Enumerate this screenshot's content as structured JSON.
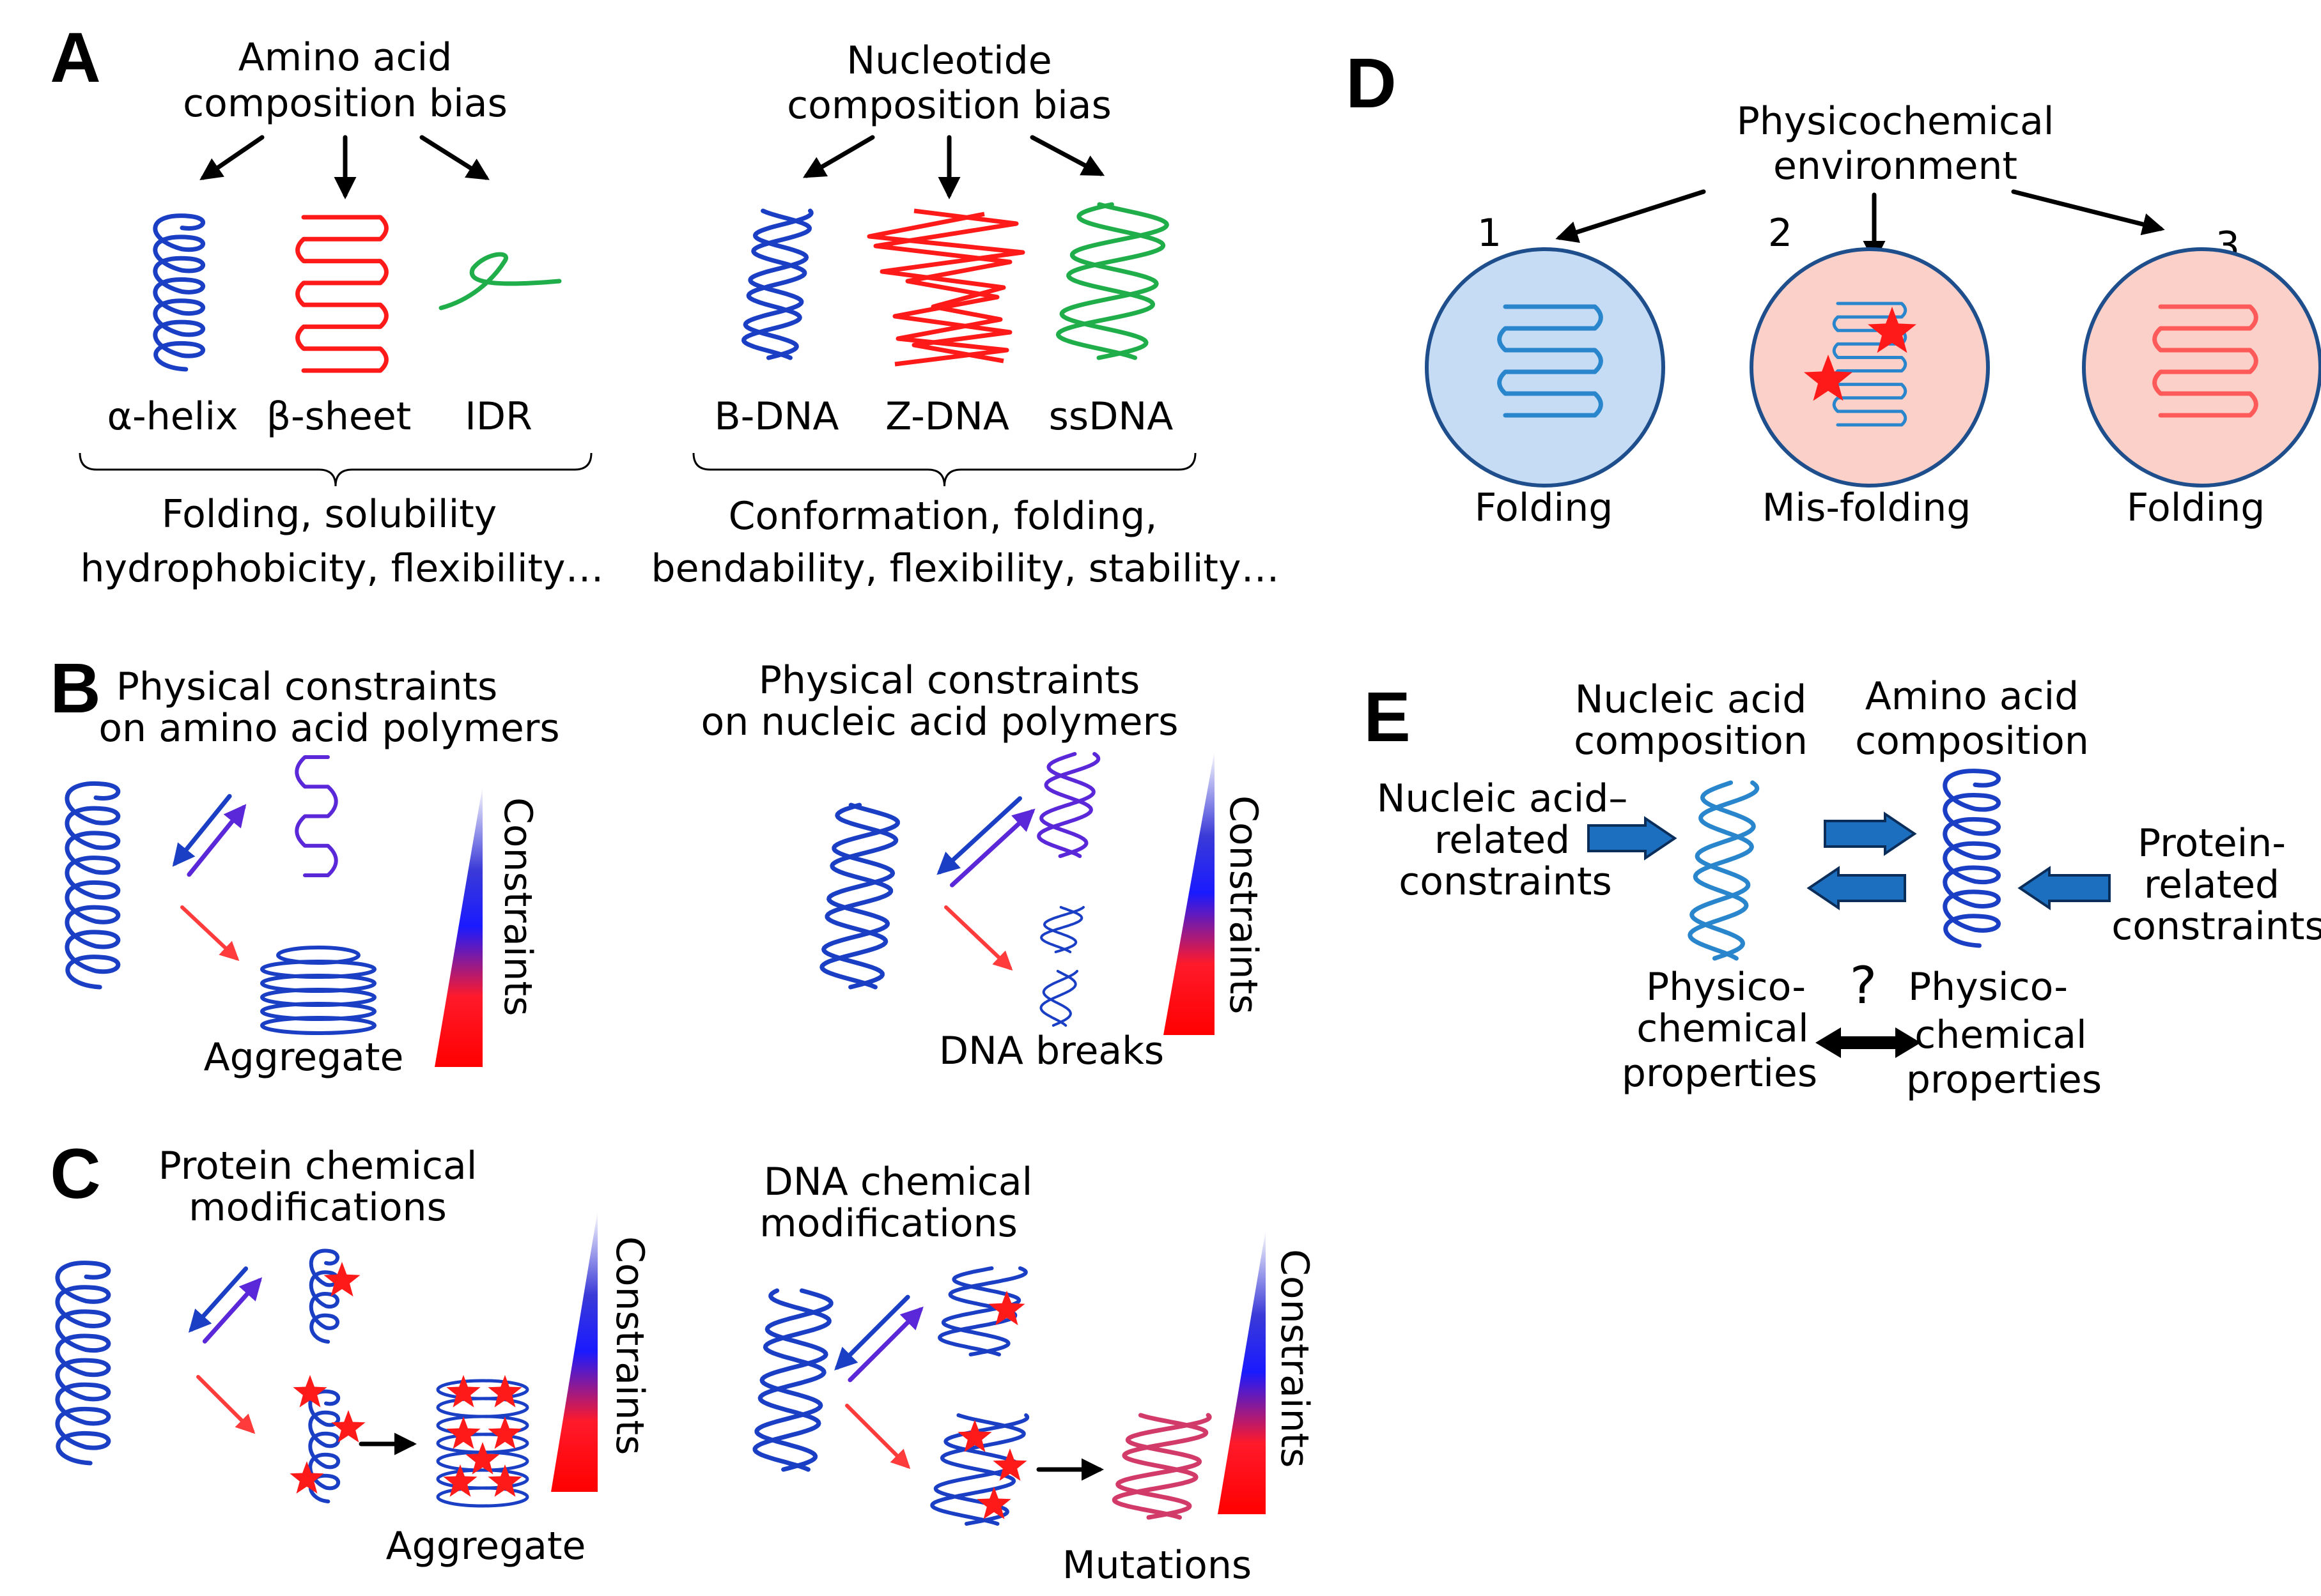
{
  "colors": {
    "blue": "#1a3fc4",
    "red": "#ff1a1a",
    "green": "#1fae4a",
    "purple": "#5a28d8",
    "light_blue": "#2a86cc",
    "salmon": "#ff5a5a",
    "circle_blue_fill": "#c5dcf4",
    "circle_pink_fill": "#fbd0c8",
    "circle_stroke": "#1f4e8c",
    "block_arrow": "#1c6fbf",
    "star": "#ff1a1a"
  },
  "panel_a": {
    "letter": "A",
    "protein_heading": [
      "Amino acid",
      "composition bias"
    ],
    "protein_structures": [
      "α-helix",
      "β-sheet",
      "IDR"
    ],
    "protein_properties": [
      "Folding, solubility",
      "hydrophobicity, flexibility…"
    ],
    "dna_heading": [
      "Nucleotide",
      "composition bias"
    ],
    "dna_structures": [
      "B-DNA",
      "Z-DNA",
      "ssDNA"
    ],
    "dna_properties": [
      "Conformation, folding,",
      "bendability, flexibility, stability…"
    ]
  },
  "panel_b": {
    "letter": "B",
    "protein_heading": [
      "Physical constraints",
      "on amino acid polymers"
    ],
    "protein_outcome": "Aggregate",
    "dna_heading": [
      "Physical constraints",
      "on nucleic acid polymers"
    ],
    "dna_outcome": "DNA breaks",
    "gradient_label": "Constraints"
  },
  "panel_c": {
    "letter": "C",
    "protein_heading": [
      "Protein chemical",
      "modifications"
    ],
    "protein_outcome": "Aggregate",
    "dna_heading": [
      "DNA chemical",
      "modifications"
    ],
    "dna_outcome": "Mutations",
    "gradient_label": "Constraints"
  },
  "panel_d": {
    "letter": "D",
    "heading": [
      "Physicochemical",
      "environment"
    ],
    "states": [
      {
        "number": "1",
        "label": "Folding"
      },
      {
        "number": "2",
        "label": "Mis-folding"
      },
      {
        "number": "3",
        "label": "Folding"
      }
    ]
  },
  "panel_e": {
    "letter": "E",
    "nucleic_heading": [
      "Nucleic acid",
      "composition"
    ],
    "amino_heading": [
      "Amino acid",
      "composition"
    ],
    "nucleic_constraints": [
      "Nucleic acid–",
      "related",
      "constraints"
    ],
    "protein_constraints": [
      "Protein-",
      "related",
      "constraints"
    ],
    "nucleic_properties": [
      "Physico-",
      "chemical",
      "properties"
    ],
    "protein_properties": [
      "Physico-",
      "chemical",
      "properties"
    ],
    "question_mark": "?"
  }
}
